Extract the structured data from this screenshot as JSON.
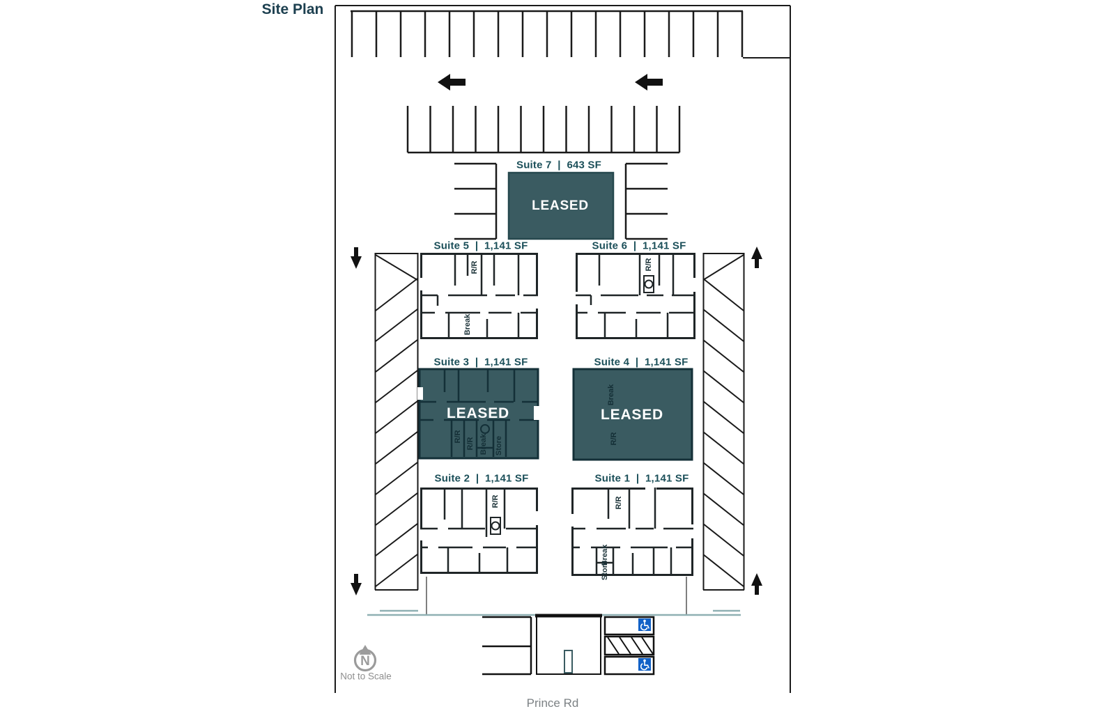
{
  "page": {
    "title": "Site Plan"
  },
  "suites": {
    "s7": {
      "label": "Suite 7  |  643 SF",
      "status": "LEASED"
    },
    "s5": {
      "label": "Suite 5  |  1,141 SF",
      "rooms": {
        "restroom": "R/R",
        "break_room": "Break"
      }
    },
    "s6": {
      "label": "Suite 6  |  1,141 SF",
      "rooms": {
        "restroom": "R/R"
      }
    },
    "s3": {
      "label": "Suite 3  |  1,141 SF",
      "status": "LEASED",
      "rooms": {
        "restroom1": "R/R",
        "restroom2": "R/R",
        "break_room": "Break",
        "store": "Store"
      }
    },
    "s4": {
      "label": "Suite 4  |  1,141 SF",
      "status": "LEASED",
      "rooms": {
        "break_room": "Break",
        "restroom": "R/R"
      }
    },
    "s2": {
      "label": "Suite 2  |  1,141 SF",
      "rooms": {
        "restroom": "R/R"
      }
    },
    "s1": {
      "label": "Suite 1  |  1,141 SF",
      "rooms": {
        "restroom": "R/R",
        "break_room": "Break",
        "store": "Store"
      }
    }
  },
  "map": {
    "road": "Prince Rd",
    "scale_note": "Not to Scale",
    "compass": "N"
  },
  "colors": {
    "leased_fill": "#3A5B61",
    "leased_wall": "#143038",
    "suite_label": "#1B4F59",
    "title_text": "#1C3F4F",
    "walls": "#1F2527",
    "handicap_blue": "#1262C7",
    "sidewalk": "#8FB0B3",
    "road_text": "#7C8184",
    "compass_gray": "#9B9B9B"
  }
}
